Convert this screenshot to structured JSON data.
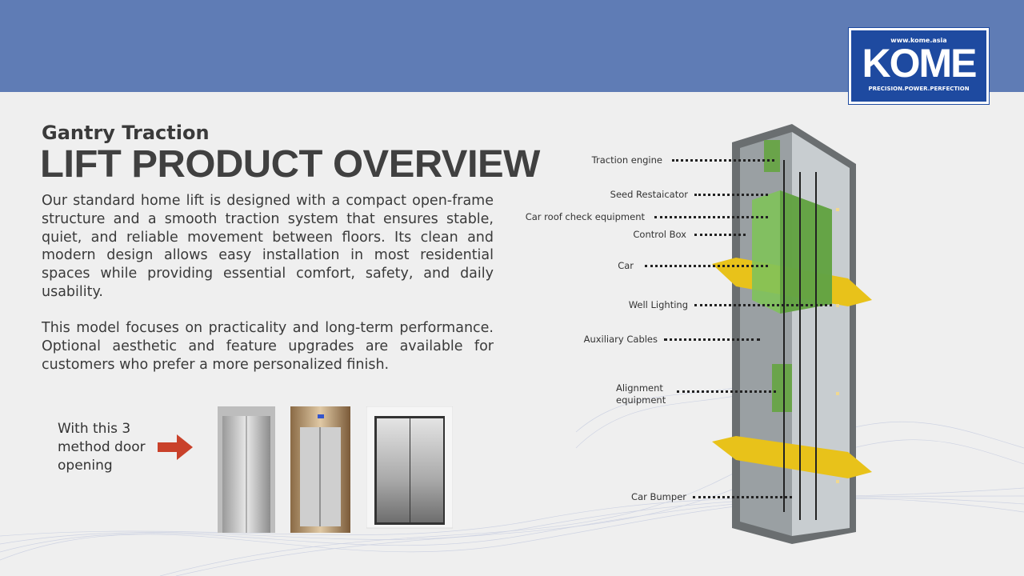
{
  "logo": {
    "url": "www.kome.asia",
    "brand": "KOME",
    "tagline": "PRECISION.POWER.PERFECTION"
  },
  "heading": {
    "subtitle": "Gantry Traction",
    "title": "LIFT PRODUCT OVERVIEW"
  },
  "paragraphs": [
    "Our standard home lift is designed with a compact open-frame structure and a smooth traction system that ensures stable, quiet, and reliable movement between floors. Its clean and modern design allows easy installation in most residential spaces while providing essential comfort, safety, and daily usability.",
    "This model focuses on practicality and long-term performance. Optional aesthetic and feature upgrades are available for customers who prefer a more personalized finish."
  ],
  "door_section": {
    "label": "With this 3 method door opening"
  },
  "diagram_labels": [
    "Traction engine",
    "Seed Restaicator",
    "Car roof check equipment",
    "Control Box",
    "Car",
    "Well Lighting",
    "Auxiliary Cables",
    "Alignment equipment",
    "Car Bumper"
  ],
  "colors": {
    "header": "#5f7cb5",
    "logo": "#1e4aa0",
    "arrow": "#c9412a",
    "beam": "#e8c21a",
    "car": "#7fc25a"
  }
}
